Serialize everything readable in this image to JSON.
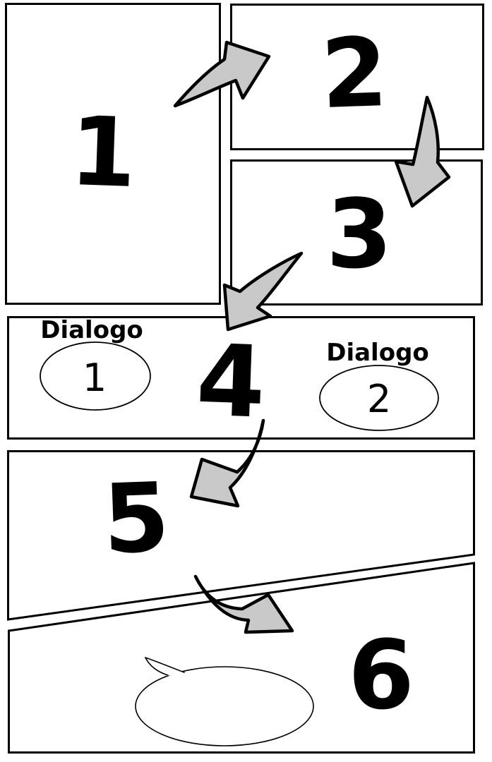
{
  "colors": {
    "panel_fill": "#ffffff",
    "outline": "#000000",
    "arrow_fill": "#c9c9c9"
  },
  "panels": [
    {
      "number": "1"
    },
    {
      "number": "2"
    },
    {
      "number": "3"
    },
    {
      "number": "4"
    },
    {
      "number": "5"
    },
    {
      "number": "6"
    }
  ],
  "dialogs": [
    {
      "label": "Dialogo",
      "number": "1"
    },
    {
      "label": "Dialogo",
      "number": "2"
    }
  ],
  "arrows": [
    {
      "from": "1",
      "to": "2"
    },
    {
      "from": "2",
      "to": "3"
    },
    {
      "from": "3",
      "to": "4"
    },
    {
      "from": "4",
      "to": "5"
    },
    {
      "from": "5",
      "to": "6"
    }
  ]
}
